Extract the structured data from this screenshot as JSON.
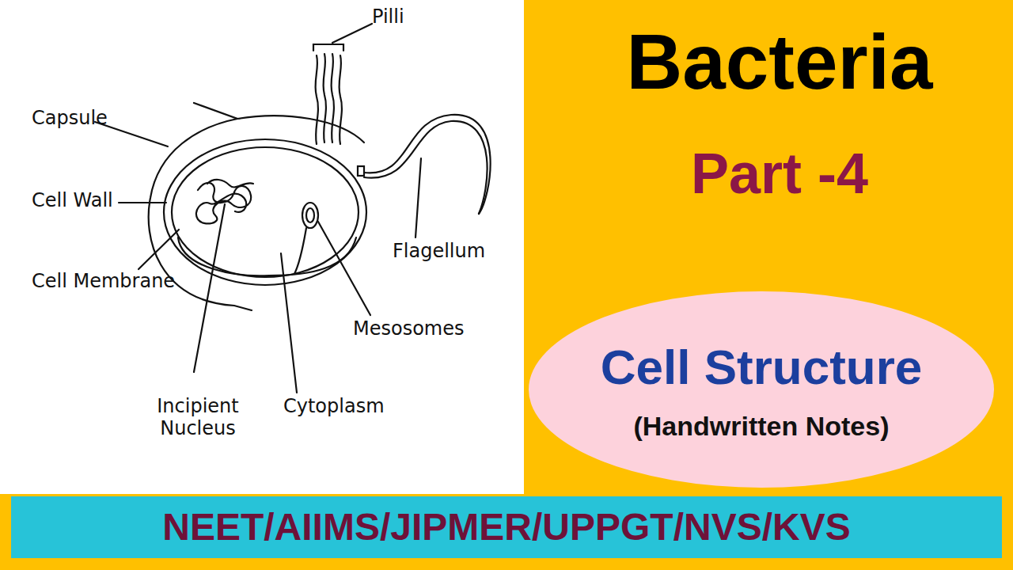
{
  "diagram": {
    "title": "Bacteria",
    "nodes": [
      {
        "text": [
          "Cell Structure",
          "(Handwritten Notes)"
        ]
      },
      {
        "text": [
          "NEET/AIIMS/JIPMER/UPPGT/NVS/KVS"
        ]
      }
    ],
    "labels": [
      "Pilli",
      "Capsule",
      "Cell Wall",
      "Cell Membrane",
      "Flagellum",
      "Mesosomes",
      "Incipient Nucleus",
      "Cytoplasm",
      "Part -4"
    ]
  }
}
